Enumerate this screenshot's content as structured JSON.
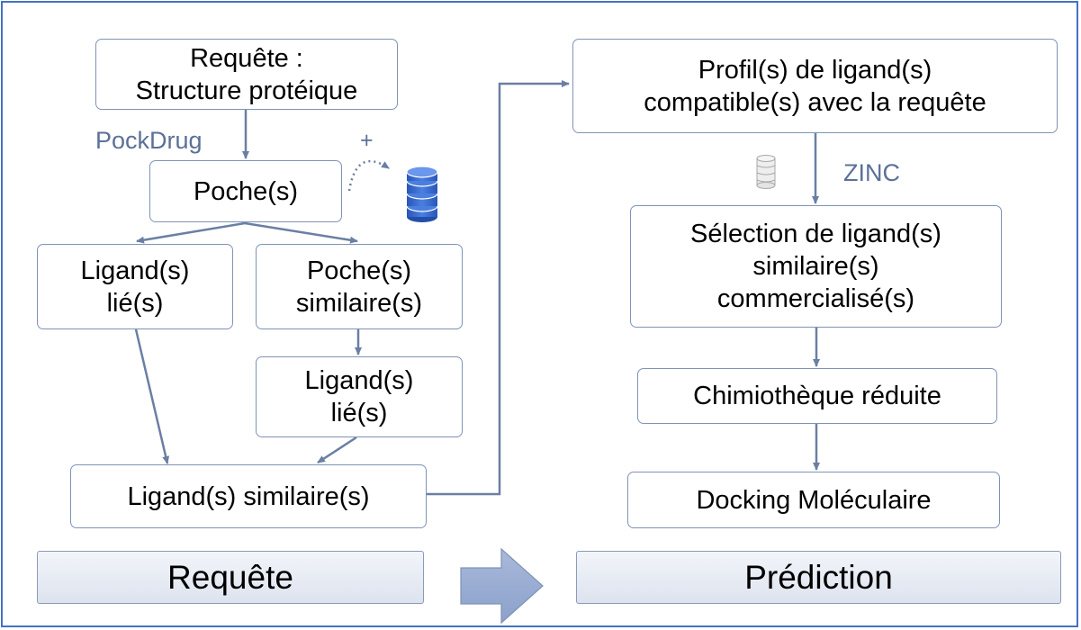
{
  "nodes": {
    "query": [
      "Requête :",
      "Structure protéique"
    ],
    "pockets": [
      "Poche(s)"
    ],
    "bound_ligands_left": [
      "Ligand(s)",
      "lié(s)"
    ],
    "similar_pockets": [
      "Poche(s)",
      "similaire(s)"
    ],
    "bound_ligands_right": [
      "Ligand(s)",
      "lié(s)"
    ],
    "similar_ligands": [
      "Ligand(s) similaire(s)"
    ],
    "ligand_profiles": [
      "Profil(s) de ligand(s)",
      "compatible(s) avec la requête"
    ],
    "selection": [
      "Sélection de ligand(s)",
      "similaire(s)",
      "commercialisé(s)"
    ],
    "reduced_library": [
      "Chimiothèque réduite"
    ],
    "docking": [
      "Docking Moléculaire"
    ]
  },
  "labels": {
    "pockdrug": "PockDrug",
    "plus": "+",
    "zinc": "ZINC"
  },
  "phases": {
    "left": "Requête",
    "right": "Prédiction"
  },
  "colors": {
    "frame": "#4472c4",
    "box_border": "#7f93b6",
    "arrow": "#6a7fa3",
    "database_icon": "#2f5fc4",
    "phase_fill": "#e3e8f1",
    "phase_arrow": "#96a9cf"
  },
  "icons": {
    "database_left": "database-icon",
    "database_right": "database-icon"
  }
}
